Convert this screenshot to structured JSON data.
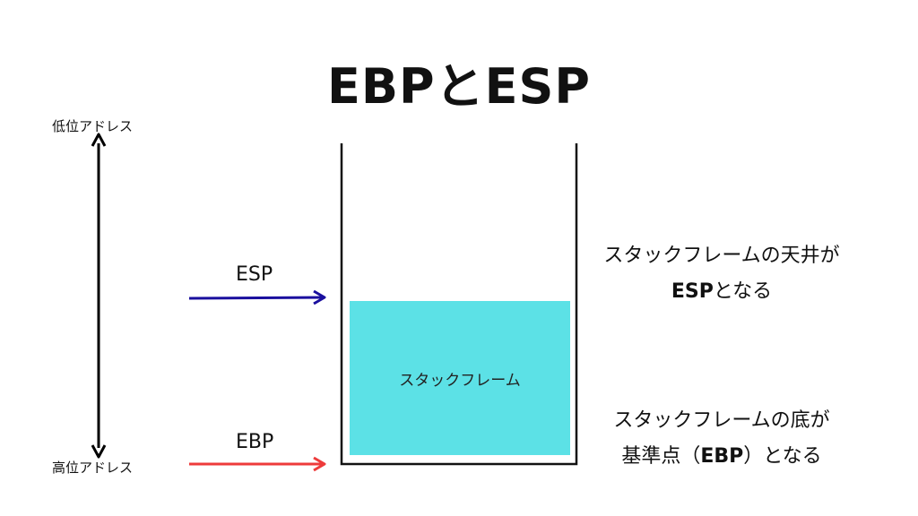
{
  "title": "EBPとESP",
  "address_labels": {
    "low": "低位アドレス",
    "high": "高位アドレス"
  },
  "pointers": {
    "esp": "ESP",
    "ebp": "EBP"
  },
  "stack_frame_label": "スタックフレーム",
  "notes": {
    "top_line1": "スタックフレームの天井が",
    "top_line2_bold": "ESP",
    "top_line2_rest": "となる",
    "bottom_line1": "スタックフレームの底が",
    "bottom_line2_pre": "基準点（",
    "bottom_line2_bold": "EBP",
    "bottom_line2_post": "）となる"
  },
  "colors": {
    "esp_arrow": "#1a0f9e",
    "ebp_arrow": "#ee3b3b",
    "stack_frame_fill": "#5ce1e6"
  }
}
